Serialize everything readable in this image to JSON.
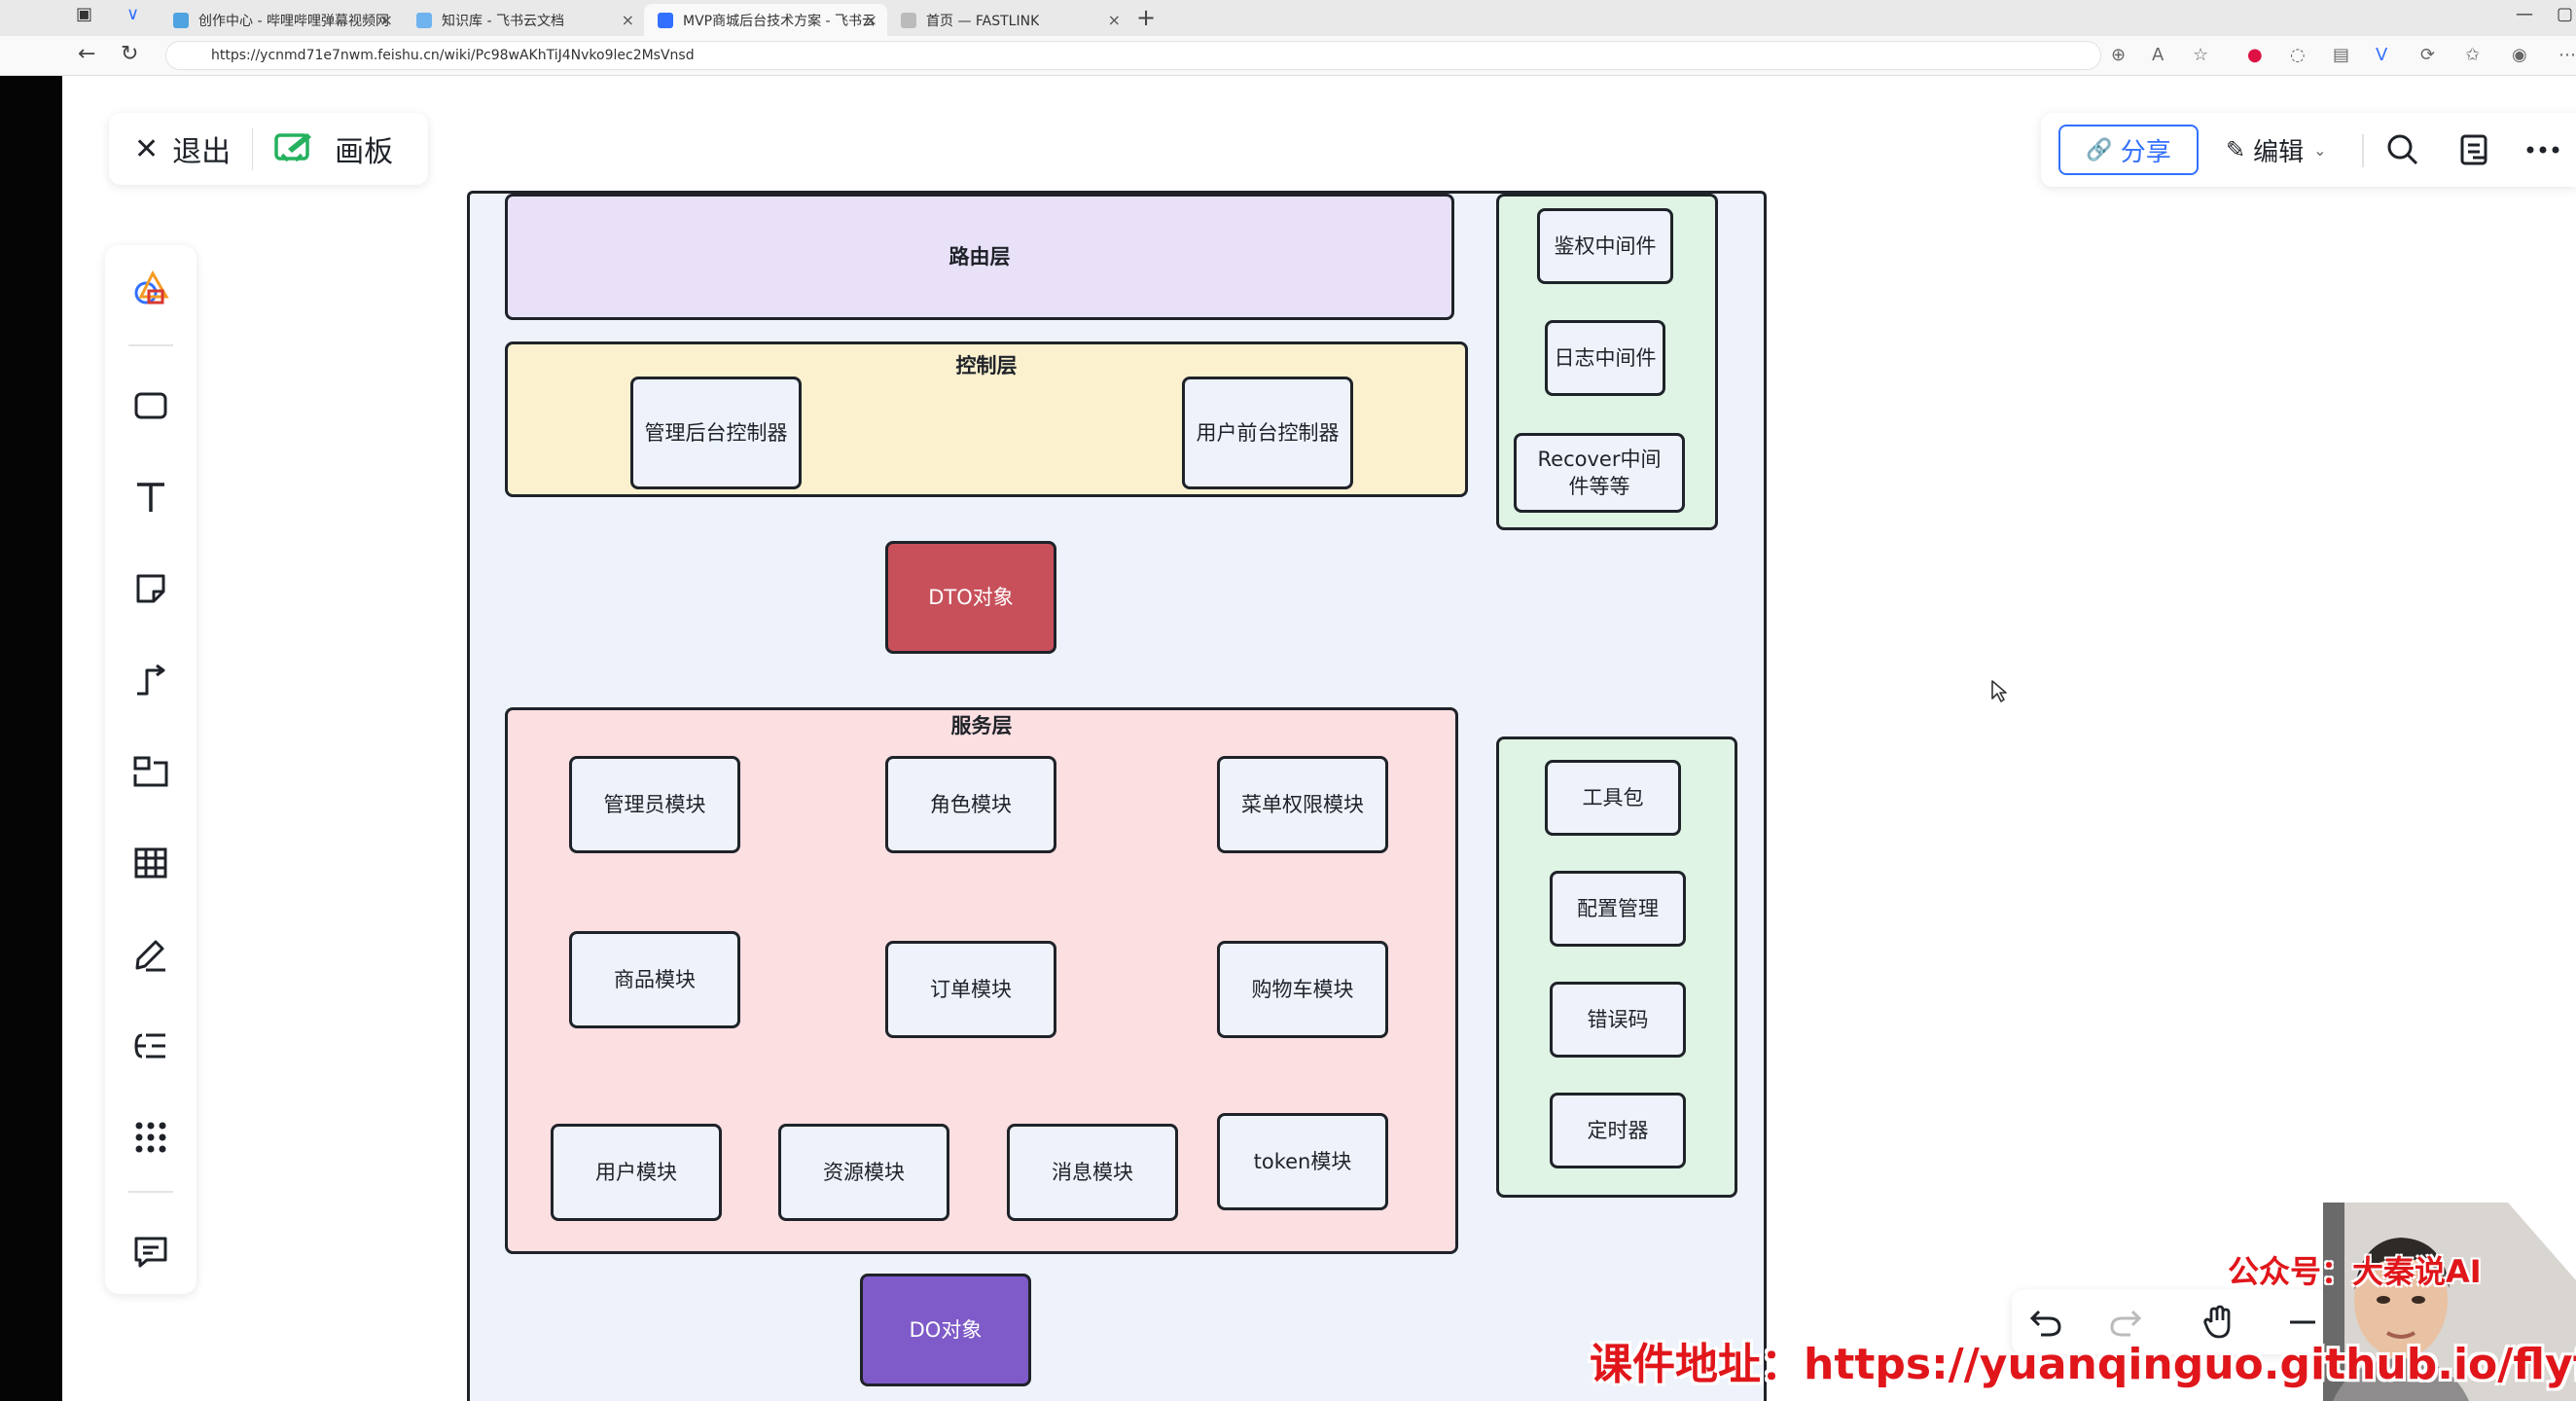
{
  "browser": {
    "tabs": [
      {
        "label": "创作中心 - 哔哩哔哩弹幕视频网 -"
      },
      {
        "label": "知识库 - 飞书云文档"
      },
      {
        "label": "MVP商城后台技术方案 - 飞书云文"
      },
      {
        "label": "首页 — FASTLINK"
      }
    ],
    "url": "https://ycnmd71e7nwm.feishu.cn/wiki/Pc98wAKhTiJ4Nvko9lec2MsVnsd"
  },
  "header": {
    "exit_label": "退出",
    "board_label": "画板",
    "share_label": "分享",
    "edit_label": "编辑"
  },
  "diagram": {
    "routing_layer": "路由层",
    "controller_layer": "控制层",
    "admin_controller": "管理后台控制器",
    "user_controller": "用户前台控制器",
    "dto": "DTO对象",
    "service_layer": "服务层",
    "modules": [
      "管理员模块",
      "角色模块",
      "菜单权限模块",
      "商品模块",
      "订单模块",
      "购物车模块",
      "用户模块",
      "资源模块",
      "消息模块",
      "token模块"
    ],
    "do": "DO对象",
    "middlewares": [
      "鉴权中间件",
      "日志中间件",
      "Recover中间件等等"
    ],
    "utilities": [
      "工具包",
      "配置管理",
      "错误码",
      "定时器"
    ]
  },
  "overlay": {
    "account": "公众号：大秦说AI",
    "course_url": "课件地址：https://yuanqinguo.github.io/flyfei/"
  },
  "colors": {
    "routing": "#e8e1f8",
    "controller": "#fbf1cf",
    "dto": "#c7505a",
    "service": "#fbdfe1",
    "do": "#7e5bc9",
    "green_panel": "#dff4e4",
    "accent": "#3370ff"
  }
}
